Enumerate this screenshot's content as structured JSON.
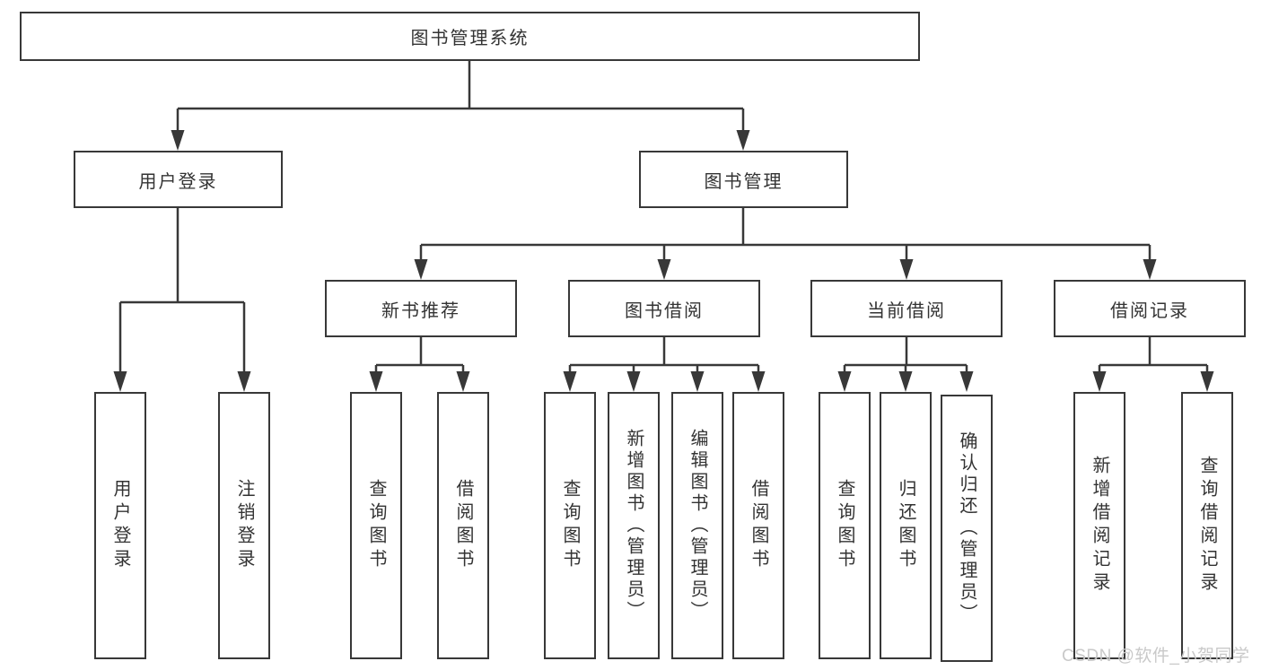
{
  "diagram": {
    "type": "hierarchy-tree",
    "title": "图书管理系统",
    "colors": {
      "background": "#ffffff",
      "line": "#383838",
      "box_border": "#383838",
      "text": "#333333",
      "watermark": "#c9c9c9"
    },
    "nodes": {
      "root": {
        "label": "图书管理系统",
        "level": 1
      },
      "user_login": {
        "label": "用户登录",
        "level": 2
      },
      "book_mgmt": {
        "label": "图书管理",
        "level": 2
      },
      "new_book_rec": {
        "label": "新书推荐",
        "level": 3
      },
      "book_borrow": {
        "label": "图书借阅",
        "level": 3
      },
      "current_borrow": {
        "label": "当前借阅",
        "level": 3
      },
      "borrow_records": {
        "label": "借阅记录",
        "level": 3
      },
      "leaf_user_login": {
        "label": "用户登录",
        "level": 4
      },
      "leaf_logout": {
        "label": "注销登录",
        "level": 4
      },
      "leaf_nb_query": {
        "label": "查询图书",
        "level": 4
      },
      "leaf_nb_borrow": {
        "label": "借阅图书",
        "level": 4
      },
      "leaf_bb_query": {
        "label": "查询图书",
        "level": 4
      },
      "leaf_bb_add": {
        "label": "新增图书（管理员）",
        "level": 4
      },
      "leaf_bb_edit": {
        "label": "编辑图书（管理员）",
        "level": 4
      },
      "leaf_bb_borrow": {
        "label": "借阅图书",
        "level": 4
      },
      "leaf_cb_query": {
        "label": "查询图书",
        "level": 4
      },
      "leaf_cb_return": {
        "label": "归还图书",
        "level": 4
      },
      "leaf_cb_confirm": {
        "label": "确认归还（管理员）",
        "level": 4
      },
      "leaf_br_add": {
        "label": "新增借阅记录",
        "level": 4
      },
      "leaf_br_query": {
        "label": "查询借阅记录",
        "level": 4
      }
    },
    "edges": [
      [
        "root",
        "user_login"
      ],
      [
        "root",
        "book_mgmt"
      ],
      [
        "user_login",
        "leaf_user_login"
      ],
      [
        "user_login",
        "leaf_logout"
      ],
      [
        "book_mgmt",
        "new_book_rec"
      ],
      [
        "book_mgmt",
        "book_borrow"
      ],
      [
        "book_mgmt",
        "current_borrow"
      ],
      [
        "book_mgmt",
        "borrow_records"
      ],
      [
        "new_book_rec",
        "leaf_nb_query"
      ],
      [
        "new_book_rec",
        "leaf_nb_borrow"
      ],
      [
        "book_borrow",
        "leaf_bb_query"
      ],
      [
        "book_borrow",
        "leaf_bb_add"
      ],
      [
        "book_borrow",
        "leaf_bb_edit"
      ],
      [
        "book_borrow",
        "leaf_bb_borrow"
      ],
      [
        "current_borrow",
        "leaf_cb_query"
      ],
      [
        "current_borrow",
        "leaf_cb_return"
      ],
      [
        "current_borrow",
        "leaf_cb_confirm"
      ],
      [
        "borrow_records",
        "leaf_br_add"
      ],
      [
        "borrow_records",
        "leaf_br_query"
      ]
    ]
  },
  "watermark": {
    "text": "CSDN @软件_小贺同学"
  }
}
